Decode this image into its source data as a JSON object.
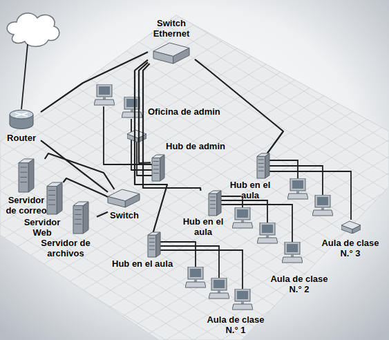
{
  "diagram": {
    "nodes": [
      {
        "text": [
          "Switch Ethernet"
        ]
      },
      {
        "text": [
          "Router"
        ]
      },
      {
        "text": [
          "Hub de admin"
        ]
      },
      {
        "text": [
          "Hub en el aula"
        ]
      },
      {
        "text": [
          "Hub en el aula"
        ]
      },
      {
        "text": [
          "Switch"
        ]
      },
      {
        "text": [
          "Hub en el aula"
        ]
      },
      {
        "text": [
          "Servidor de correo"
        ]
      },
      {
        "text": [
          "Servidor Web"
        ]
      },
      {
        "text": [
          "Servidor de archivos"
        ]
      }
    ],
    "edges": [
      {
        "from": 1,
        "to": 0,
        "arrow": "none"
      },
      {
        "from": 1,
        "to": 5,
        "arrow": "none"
      },
      {
        "from": 0,
        "to": 2,
        "arrow": "none"
      },
      {
        "from": 0,
        "to": 3,
        "arrow": "none"
      },
      {
        "from": 0,
        "to": 4,
        "arrow": "none"
      },
      {
        "from": 0,
        "to": 6,
        "arrow": "none"
      },
      {
        "from": 5,
        "to": 7,
        "arrow": "none"
      },
      {
        "from": 5,
        "to": 8,
        "arrow": "none"
      },
      {
        "from": 5,
        "to": 9,
        "arrow": "none"
      }
    ],
    "labels": [
      "Oficina de admin",
      "Aula de clase N.° 3",
      "Aula de clase N.° 2",
      "Aula de clase N.° 1"
    ]
  }
}
